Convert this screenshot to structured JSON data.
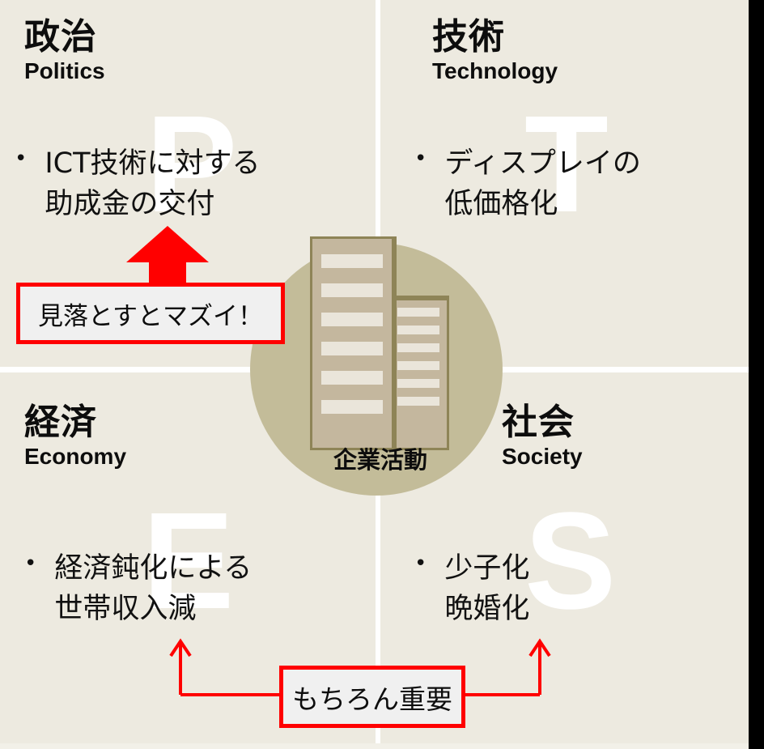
{
  "diagram": {
    "type": "PEST analysis matrix",
    "background_color": "#EDEAE0",
    "divider_color": "#FFFFFF",
    "accent_color": "#FF0000",
    "circle_color": "#C3BC99",
    "building_color": "#C4B79E",
    "building_border_color": "#8E8457"
  },
  "quadrants": [
    {
      "id": "politics",
      "title_jp": "政治",
      "title_en": "Politics",
      "watermark": "P",
      "bullets": [
        {
          "lines": [
            "ICT技術に対する",
            "助成金の交付"
          ]
        }
      ]
    },
    {
      "id": "technology",
      "title_jp": "技術",
      "title_en": "Technology",
      "watermark": "T",
      "bullets": [
        {
          "lines": [
            "ディスプレイの",
            "低価格化"
          ]
        }
      ]
    },
    {
      "id": "economy",
      "title_jp": "経済",
      "title_en": "Economy",
      "watermark": "E",
      "bullets": [
        {
          "lines": [
            "経済鈍化による",
            "世帯収入減"
          ]
        }
      ]
    },
    {
      "id": "society",
      "title_jp": "社会",
      "title_en": "Society",
      "watermark": "S",
      "bullets": [
        {
          "lines": [
            "少子化",
            "晩婚化"
          ]
        }
      ]
    }
  ],
  "center": {
    "label": "企業活動",
    "icon": "office-building-icon"
  },
  "callouts": [
    {
      "id": "top-callout",
      "text": "見落とすとマズイ！",
      "points_to": "politics",
      "arrow": "thick-up-arrow"
    },
    {
      "id": "bottom-callout",
      "text": "もちろん重要",
      "points_to": "economy-and-society",
      "arrow": "branching-up-arrows"
    }
  ],
  "bullet_marker": "•"
}
